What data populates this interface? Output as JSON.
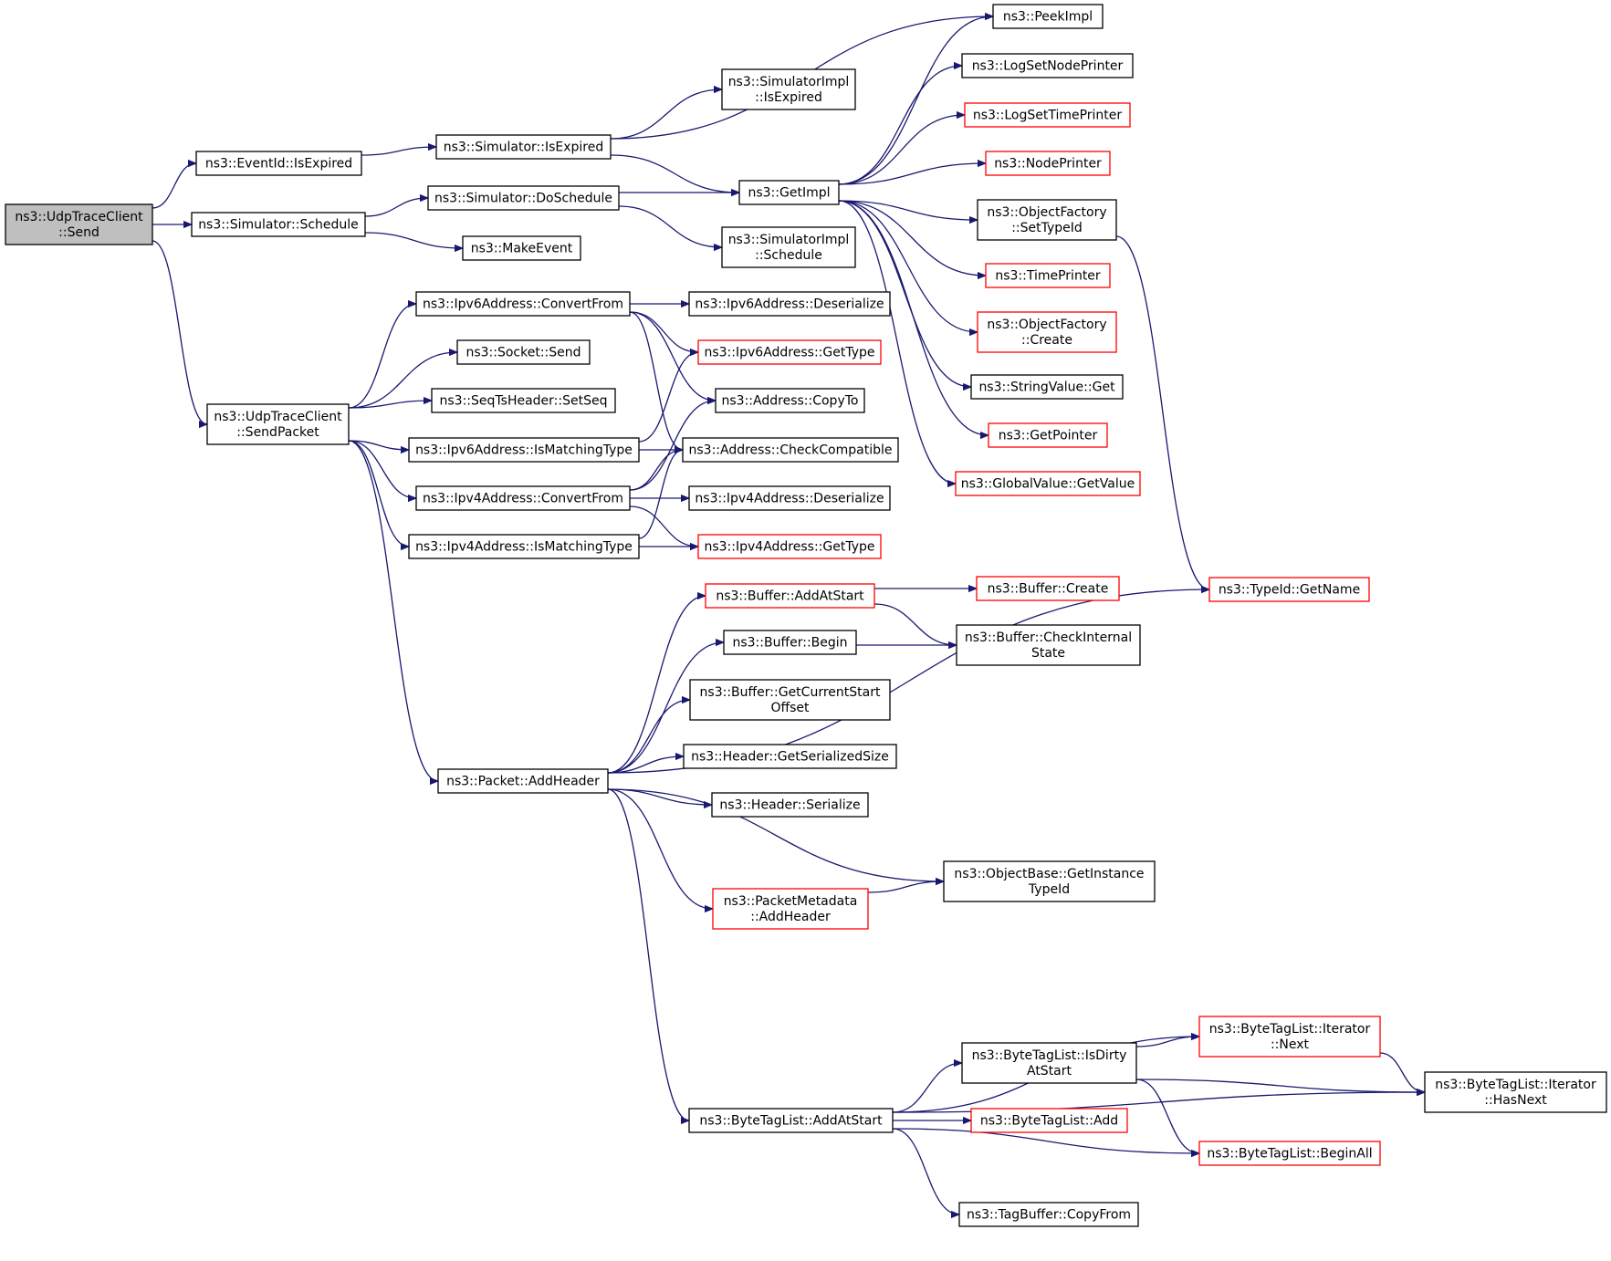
{
  "graph": {
    "nodes": [
      {
        "id": "send",
        "lines": [
          "ns3::UdpTraceClient",
          "::Send"
        ],
        "style": "root"
      },
      {
        "id": "eventid_isexpired",
        "lines": [
          "ns3::EventId::IsExpired"
        ],
        "style": "normal"
      },
      {
        "id": "sim_schedule",
        "lines": [
          "ns3::Simulator::Schedule"
        ],
        "style": "normal"
      },
      {
        "id": "sendpacket",
        "lines": [
          "ns3::UdpTraceClient",
          "::SendPacket"
        ],
        "style": "normal"
      },
      {
        "id": "sim_isexpired",
        "lines": [
          "ns3::Simulator::IsExpired"
        ],
        "style": "normal"
      },
      {
        "id": "sim_doschedule",
        "lines": [
          "ns3::Simulator::DoSchedule"
        ],
        "style": "normal"
      },
      {
        "id": "makeevent",
        "lines": [
          "ns3::MakeEvent"
        ],
        "style": "normal"
      },
      {
        "id": "simimpl_isexpired",
        "lines": [
          "ns3::SimulatorImpl",
          "::IsExpired"
        ],
        "style": "normal"
      },
      {
        "id": "getimpl",
        "lines": [
          "ns3::GetImpl"
        ],
        "style": "normal"
      },
      {
        "id": "simimpl_schedule",
        "lines": [
          "ns3::SimulatorImpl",
          "::Schedule"
        ],
        "style": "normal"
      },
      {
        "id": "peekimpl",
        "lines": [
          "ns3::PeekImpl"
        ],
        "style": "normal"
      },
      {
        "id": "logsetnodeprinter",
        "lines": [
          "ns3::LogSetNodePrinter"
        ],
        "style": "normal"
      },
      {
        "id": "logsettimeprinter",
        "lines": [
          "ns3::LogSetTimePrinter"
        ],
        "style": "red"
      },
      {
        "id": "nodeprinter",
        "lines": [
          "ns3::NodePrinter"
        ],
        "style": "red"
      },
      {
        "id": "objfactory_settypeid",
        "lines": [
          "ns3::ObjectFactory",
          "::SetTypeId"
        ],
        "style": "normal"
      },
      {
        "id": "timeprinter",
        "lines": [
          "ns3::TimePrinter"
        ],
        "style": "red"
      },
      {
        "id": "objfactory_create",
        "lines": [
          "ns3::ObjectFactory",
          "::Create"
        ],
        "style": "red"
      },
      {
        "id": "stringvalue_get",
        "lines": [
          "ns3::StringValue::Get"
        ],
        "style": "normal"
      },
      {
        "id": "getpointer",
        "lines": [
          "ns3::GetPointer"
        ],
        "style": "red"
      },
      {
        "id": "globalvalue_getvalue",
        "lines": [
          "ns3::GlobalValue::GetValue"
        ],
        "style": "red"
      },
      {
        "id": "typeid_getname",
        "lines": [
          "ns3::TypeId::GetName"
        ],
        "style": "red"
      },
      {
        "id": "ipv6_convertfrom",
        "lines": [
          "ns3::Ipv6Address::ConvertFrom"
        ],
        "style": "normal"
      },
      {
        "id": "socket_send",
        "lines": [
          "ns3::Socket::Send"
        ],
        "style": "normal"
      },
      {
        "id": "seqts_setseq",
        "lines": [
          "ns3::SeqTsHeader::SetSeq"
        ],
        "style": "normal"
      },
      {
        "id": "ipv6_ismatchingtype",
        "lines": [
          "ns3::Ipv6Address::IsMatchingType"
        ],
        "style": "normal"
      },
      {
        "id": "ipv4_convertfrom",
        "lines": [
          "ns3::Ipv4Address::ConvertFrom"
        ],
        "style": "normal"
      },
      {
        "id": "ipv4_ismatchingtype",
        "lines": [
          "ns3::Ipv4Address::IsMatchingType"
        ],
        "style": "normal"
      },
      {
        "id": "ipv6_deserialize",
        "lines": [
          "ns3::Ipv6Address::Deserialize"
        ],
        "style": "normal"
      },
      {
        "id": "ipv6_gettype",
        "lines": [
          "ns3::Ipv6Address::GetType"
        ],
        "style": "red"
      },
      {
        "id": "address_copyto",
        "lines": [
          "ns3::Address::CopyTo"
        ],
        "style": "normal"
      },
      {
        "id": "address_checkcompatible",
        "lines": [
          "ns3::Address::CheckCompatible"
        ],
        "style": "normal"
      },
      {
        "id": "ipv4_deserialize",
        "lines": [
          "ns3::Ipv4Address::Deserialize"
        ],
        "style": "normal"
      },
      {
        "id": "ipv4_gettype",
        "lines": [
          "ns3::Ipv4Address::GetType"
        ],
        "style": "red"
      },
      {
        "id": "packet_addheader",
        "lines": [
          "ns3::Packet::AddHeader"
        ],
        "style": "normal"
      },
      {
        "id": "buffer_addatstart",
        "lines": [
          "ns3::Buffer::AddAtStart"
        ],
        "style": "red"
      },
      {
        "id": "buffer_begin",
        "lines": [
          "ns3::Buffer::Begin"
        ],
        "style": "normal"
      },
      {
        "id": "buffer_getcurrentstartoffset",
        "lines": [
          "ns3::Buffer::GetCurrentStart",
          "Offset"
        ],
        "style": "normal"
      },
      {
        "id": "header_getserializedsize",
        "lines": [
          "ns3::Header::GetSerializedSize"
        ],
        "style": "normal"
      },
      {
        "id": "header_serialize",
        "lines": [
          "ns3::Header::Serialize"
        ],
        "style": "normal"
      },
      {
        "id": "packetmetadata_addheader",
        "lines": [
          "ns3::PacketMetadata",
          "::AddHeader"
        ],
        "style": "red"
      },
      {
        "id": "buffer_create",
        "lines": [
          "ns3::Buffer::Create"
        ],
        "style": "red"
      },
      {
        "id": "buffer_checkinternalstate",
        "lines": [
          "ns3::Buffer::CheckInternal",
          "State"
        ],
        "style": "normal"
      },
      {
        "id": "objectbase_getinstancetypeid",
        "lines": [
          "ns3::ObjectBase::GetInstance",
          "TypeId"
        ],
        "style": "normal"
      },
      {
        "id": "bytetaglist_addatstart",
        "lines": [
          "ns3::ByteTagList::AddAtStart"
        ],
        "style": "normal"
      },
      {
        "id": "bytetaglist_isdirtyatstart",
        "lines": [
          "ns3::ByteTagList::IsDirty",
          "AtStart"
        ],
        "style": "normal"
      },
      {
        "id": "bytetaglist_add",
        "lines": [
          "ns3::ByteTagList::Add"
        ],
        "style": "red"
      },
      {
        "id": "bytetaglist_beginall",
        "lines": [
          "ns3::ByteTagList::BeginAll"
        ],
        "style": "red"
      },
      {
        "id": "tagbuffer_copyfrom",
        "lines": [
          "ns3::TagBuffer::CopyFrom"
        ],
        "style": "normal"
      },
      {
        "id": "iterator_next",
        "lines": [
          "ns3::ByteTagList::Iterator",
          "::Next"
        ],
        "style": "red"
      },
      {
        "id": "iterator_hasnext",
        "lines": [
          "ns3::ByteTagList::Iterator",
          "::HasNext"
        ],
        "style": "normal"
      }
    ],
    "edges": [
      [
        "send",
        "eventid_isexpired"
      ],
      [
        "send",
        "sim_schedule"
      ],
      [
        "send",
        "sendpacket"
      ],
      [
        "eventid_isexpired",
        "sim_isexpired"
      ],
      [
        "sim_isexpired",
        "simimpl_isexpired"
      ],
      [
        "sim_isexpired",
        "getimpl"
      ],
      [
        "sim_isexpired",
        "peekimpl"
      ],
      [
        "sim_schedule",
        "sim_doschedule"
      ],
      [
        "sim_schedule",
        "makeevent"
      ],
      [
        "sim_doschedule",
        "getimpl"
      ],
      [
        "sim_doschedule",
        "simimpl_schedule"
      ],
      [
        "getimpl",
        "peekimpl"
      ],
      [
        "getimpl",
        "logsetnodeprinter"
      ],
      [
        "getimpl",
        "logsettimeprinter"
      ],
      [
        "getimpl",
        "nodeprinter"
      ],
      [
        "getimpl",
        "objfactory_settypeid"
      ],
      [
        "getimpl",
        "timeprinter"
      ],
      [
        "getimpl",
        "objfactory_create"
      ],
      [
        "getimpl",
        "stringvalue_get"
      ],
      [
        "getimpl",
        "getpointer"
      ],
      [
        "getimpl",
        "globalvalue_getvalue"
      ],
      [
        "objfactory_settypeid",
        "typeid_getname"
      ],
      [
        "sendpacket",
        "ipv6_convertfrom"
      ],
      [
        "sendpacket",
        "socket_send"
      ],
      [
        "sendpacket",
        "seqts_setseq"
      ],
      [
        "sendpacket",
        "ipv6_ismatchingtype"
      ],
      [
        "sendpacket",
        "ipv4_convertfrom"
      ],
      [
        "sendpacket",
        "ipv4_ismatchingtype"
      ],
      [
        "sendpacket",
        "packet_addheader"
      ],
      [
        "ipv6_convertfrom",
        "ipv6_deserialize"
      ],
      [
        "ipv6_convertfrom",
        "ipv6_gettype"
      ],
      [
        "ipv6_convertfrom",
        "address_copyto"
      ],
      [
        "ipv6_convertfrom",
        "address_checkcompatible"
      ],
      [
        "ipv6_ismatchingtype",
        "ipv6_gettype"
      ],
      [
        "ipv6_ismatchingtype",
        "address_checkcompatible"
      ],
      [
        "ipv4_convertfrom",
        "address_copyto"
      ],
      [
        "ipv4_convertfrom",
        "address_checkcompatible"
      ],
      [
        "ipv4_convertfrom",
        "ipv4_deserialize"
      ],
      [
        "ipv4_convertfrom",
        "ipv4_gettype"
      ],
      [
        "ipv4_ismatchingtype",
        "address_checkcompatible"
      ],
      [
        "ipv4_ismatchingtype",
        "ipv4_gettype"
      ],
      [
        "packet_addheader",
        "buffer_addatstart"
      ],
      [
        "packet_addheader",
        "buffer_begin"
      ],
      [
        "packet_addheader",
        "buffer_getcurrentstartoffset"
      ],
      [
        "packet_addheader",
        "header_getserializedsize"
      ],
      [
        "packet_addheader",
        "header_serialize"
      ],
      [
        "packet_addheader",
        "objectbase_getinstancetypeid"
      ],
      [
        "packet_addheader",
        "packetmetadata_addheader"
      ],
      [
        "packet_addheader",
        "typeid_getname"
      ],
      [
        "packet_addheader",
        "bytetaglist_addatstart"
      ],
      [
        "buffer_addatstart",
        "buffer_create"
      ],
      [
        "buffer_addatstart",
        "buffer_checkinternalstate"
      ],
      [
        "buffer_begin",
        "buffer_checkinternalstate"
      ],
      [
        "packetmetadata_addheader",
        "objectbase_getinstancetypeid"
      ],
      [
        "bytetaglist_addatstart",
        "iterator_next"
      ],
      [
        "bytetaglist_addatstart",
        "bytetaglist_isdirtyatstart"
      ],
      [
        "bytetaglist_addatstart",
        "bytetaglist_add"
      ],
      [
        "bytetaglist_addatstart",
        "bytetaglist_beginall"
      ],
      [
        "bytetaglist_addatstart",
        "tagbuffer_copyfrom"
      ],
      [
        "bytetaglist_addatstart",
        "iterator_hasnext"
      ],
      [
        "bytetaglist_isdirtyatstart",
        "iterator_next"
      ],
      [
        "bytetaglist_isdirtyatstart",
        "iterator_hasnext"
      ],
      [
        "bytetaglist_isdirtyatstart",
        "bytetaglist_beginall"
      ],
      [
        "iterator_next",
        "iterator_hasnext"
      ]
    ]
  },
  "colors": {
    "edge": "#191970",
    "border_normal": "#000000",
    "border_red": "#ff0000",
    "root_fill": "#bfbfbf",
    "background": "#ffffff"
  }
}
